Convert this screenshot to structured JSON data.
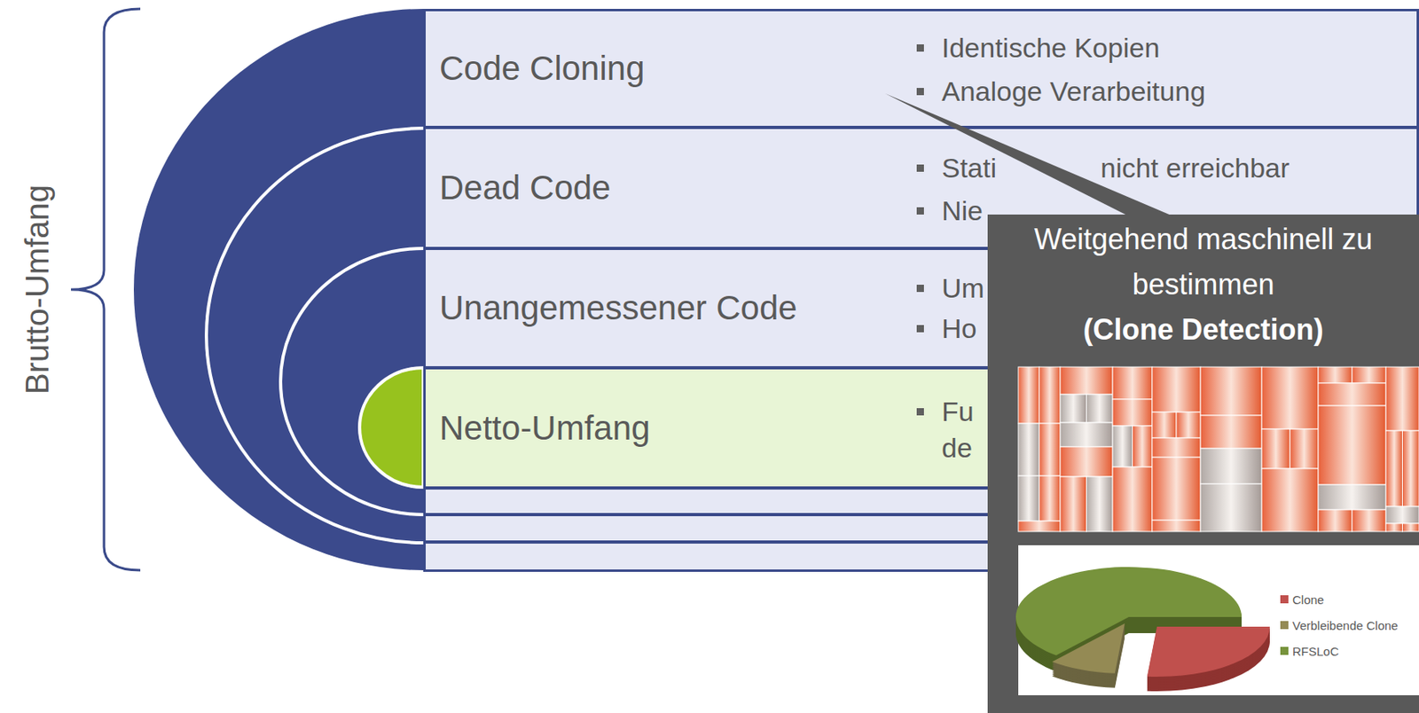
{
  "diagram": {
    "nodes": [
      {
        "text": [
          "Code Cloning",
          "Identische Kopien",
          "Analoge Verarbeitung"
        ]
      },
      {
        "text": [
          "Dead Code",
          "Stati",
          "nicht erreichbar",
          "Nie"
        ]
      },
      {
        "text": [
          "Unangemessener Code",
          "Um",
          "Ho"
        ]
      },
      {
        "text": [
          "Netto-Umfang",
          "Fu",
          "de"
        ]
      },
      {
        "text": [
          "Weitgehend maschinell zu bestimmen",
          "(Clone Detection)"
        ]
      }
    ],
    "labels": [
      "Brutto-Umfang"
    ],
    "legend": [
      {
        "text": "Clone",
        "color": "#c0504d"
      },
      {
        "text": "Verbleibende Clone",
        "color": "#948a54"
      },
      {
        "text": "RFSLoC",
        "color": "#77933c"
      }
    ]
  }
}
